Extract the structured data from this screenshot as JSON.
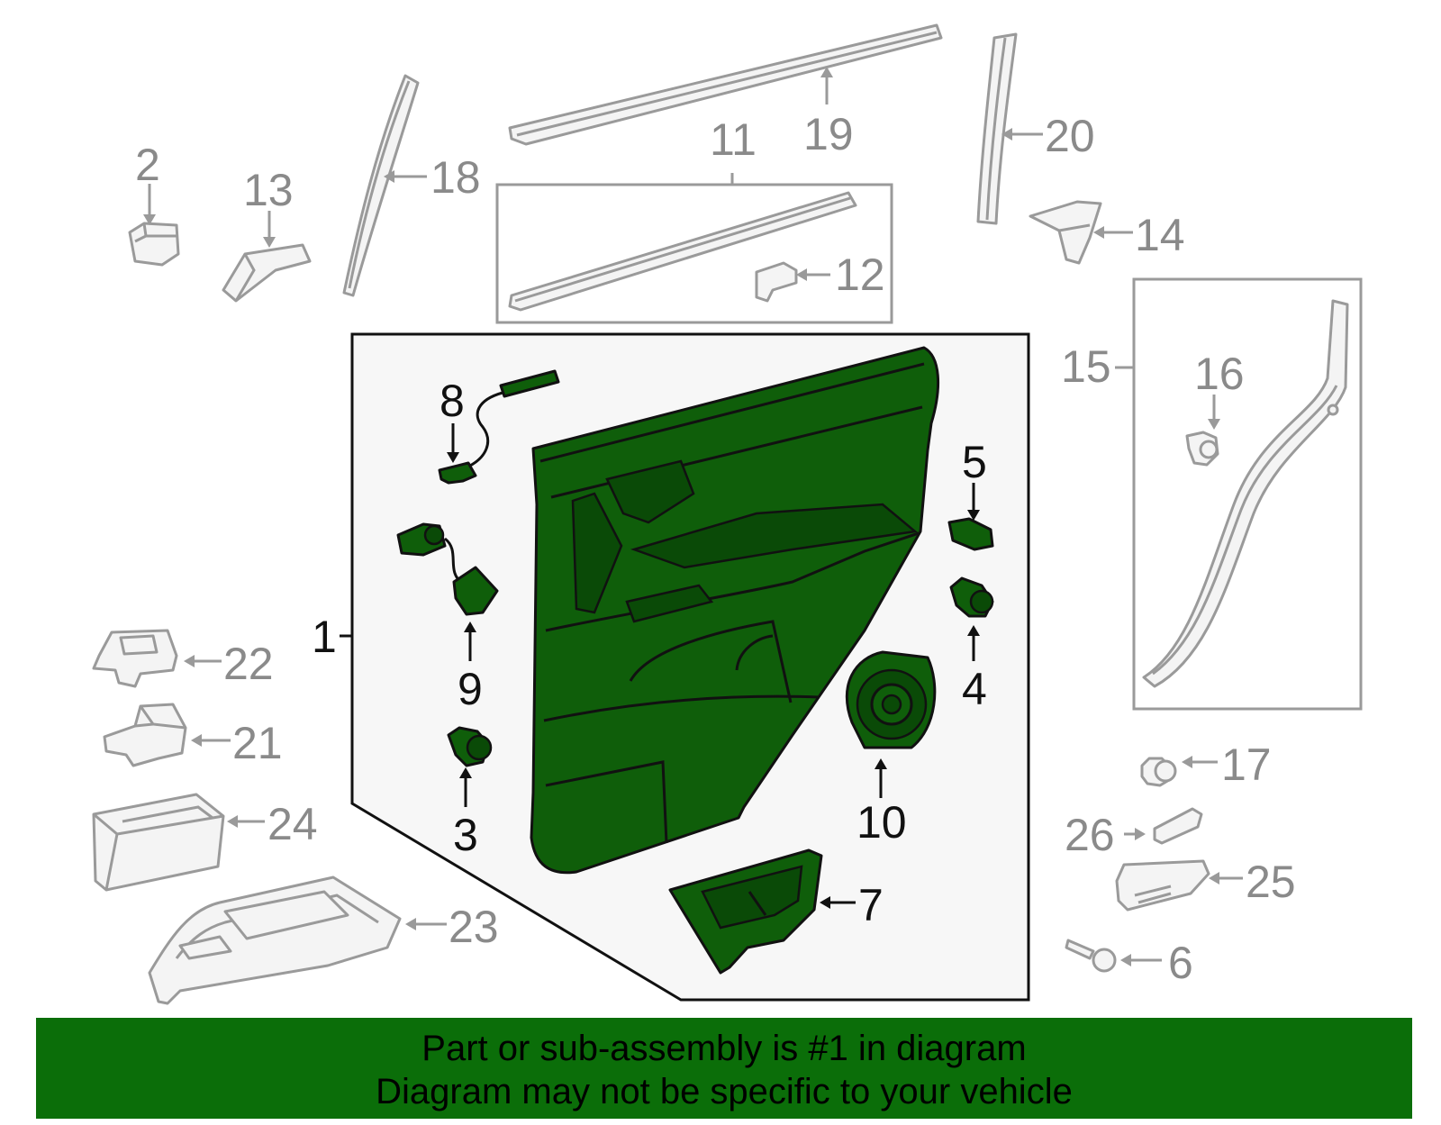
{
  "labels": {
    "p1": "1",
    "p2": "2",
    "p3": "3",
    "p4": "4",
    "p5": "5",
    "p6": "6",
    "p7": "7",
    "p8": "8",
    "p9": "9",
    "p10": "10",
    "p11": "11",
    "p12": "12",
    "p13": "13",
    "p14": "14",
    "p15": "15",
    "p16": "16",
    "p17": "17",
    "p18": "18",
    "p19": "19",
    "p20": "20",
    "p21": "21",
    "p22": "22",
    "p23": "23",
    "p24": "24",
    "p25": "25",
    "p26": "26"
  },
  "banner": {
    "line1": "Part or sub-assembly is #1 in diagram",
    "line2": "Diagram may not be specific to your vehicle"
  },
  "colors": {
    "highlight": "#0f5e0a",
    "banner": "#0b6e09",
    "outline_grey": "#9a9a9a"
  }
}
